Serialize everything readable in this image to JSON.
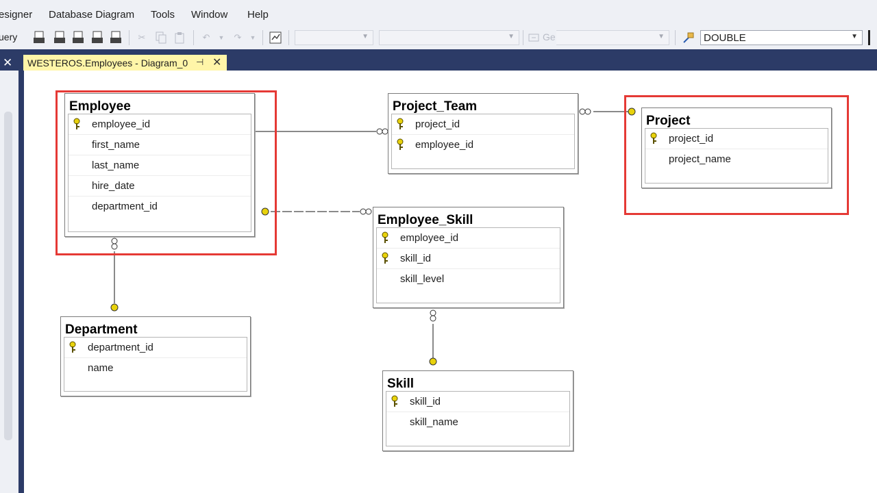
{
  "menubar": {
    "items": [
      "esigner",
      "Database Diagram",
      "Tools",
      "Window",
      "Help"
    ]
  },
  "toolbar": {
    "query_label": "uery",
    "icons": [
      "MDX",
      "DMX",
      "XMLA",
      "DAX"
    ],
    "go_label": "Ge",
    "database_value": "DOUBLE"
  },
  "tab": {
    "title": "WESTEROS.Employees - Diagram_0",
    "pin_glyph": "⊣",
    "close_glyph": "✕"
  },
  "left_close_glyph": "✕",
  "tables": {
    "employee": {
      "name": "Employee",
      "columns": [
        {
          "name": "employee_id",
          "pk": true
        },
        {
          "name": "first_name",
          "pk": false
        },
        {
          "name": "last_name",
          "pk": false
        },
        {
          "name": "hire_date",
          "pk": false
        },
        {
          "name": "department_id",
          "pk": false
        }
      ]
    },
    "project_team": {
      "name": "Project_Team",
      "columns": [
        {
          "name": "project_id",
          "pk": true
        },
        {
          "name": "employee_id",
          "pk": true
        }
      ]
    },
    "project": {
      "name": "Project",
      "columns": [
        {
          "name": "project_id",
          "pk": true
        },
        {
          "name": "project_name",
          "pk": false
        }
      ]
    },
    "employee_skill": {
      "name": "Employee_Skill",
      "columns": [
        {
          "name": "employee_id",
          "pk": true
        },
        {
          "name": "skill_id",
          "pk": true
        },
        {
          "name": "skill_level",
          "pk": false
        }
      ]
    },
    "department": {
      "name": "Department",
      "columns": [
        {
          "name": "department_id",
          "pk": true
        },
        {
          "name": "name",
          "pk": false
        }
      ]
    },
    "skill": {
      "name": "Skill",
      "columns": [
        {
          "name": "skill_id",
          "pk": true
        },
        {
          "name": "skill_name",
          "pk": false
        }
      ]
    }
  },
  "colors": {
    "accent_navy": "#2c3b67",
    "highlight_red": "#e53935",
    "key_yellow": "#e8d20c",
    "tab_yellow": "#fff5a8"
  }
}
